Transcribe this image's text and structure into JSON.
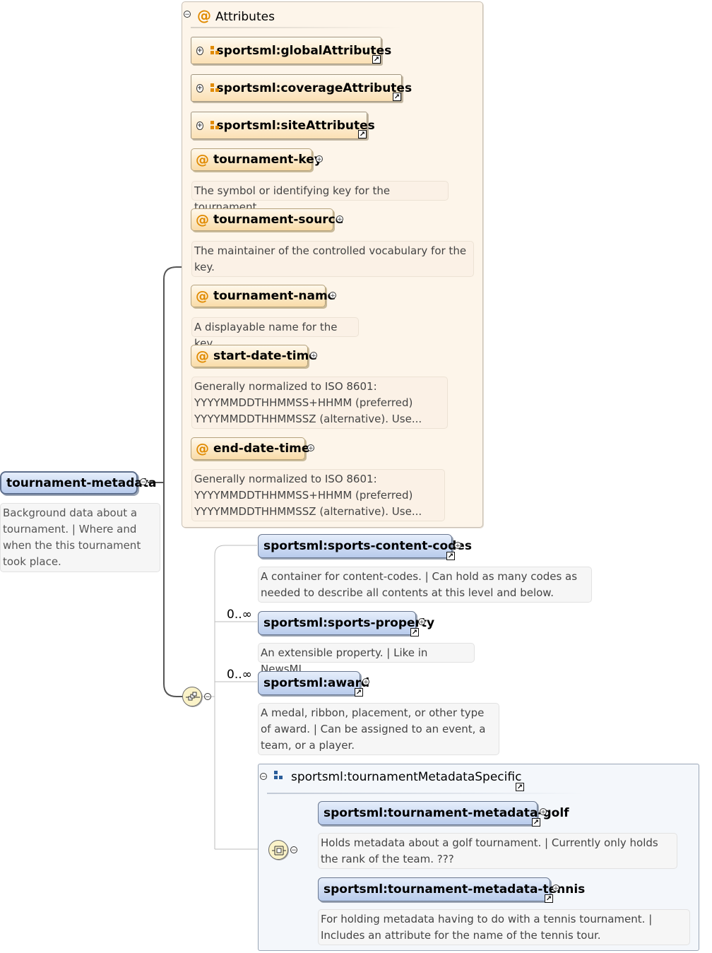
{
  "attributes_panel": {
    "title": "Attributes",
    "groups": [
      {
        "label": "sportsml:globalAttributes"
      },
      {
        "label": "sportsml:coverageAttributes"
      },
      {
        "label": "sportsml:siteAttributes"
      }
    ],
    "attributes": [
      {
        "name": "tournament-key",
        "doc": "The symbol or identifying key for the tournament."
      },
      {
        "name": "tournament-source",
        "doc": "The maintainer of the controlled vocabulary for the key."
      },
      {
        "name": "tournament-name",
        "doc": "A displayable name for the key."
      },
      {
        "name": "start-date-time",
        "doc": "Generally normalized to ISO 8601: YYYYMMDDTHHMMSS+HHMM (preferred) YYYYMMDDTHHMMSSZ (alternative). Use..."
      },
      {
        "name": "end-date-time",
        "doc": "Generally normalized to ISO 8601: YYYYMMDDTHHMMSS+HHMM (preferred) YYYYMMDDTHHMMSSZ (alternative). Use..."
      }
    ]
  },
  "root": {
    "name": "tournament-metadata",
    "doc": "Background data about a tournament. | Where and when the this tournament took place."
  },
  "children": [
    {
      "name": "sportsml:sports-content-codes",
      "cardinality": "",
      "doc": "A container for content-codes. | Can hold as many codes as needed to describe all contents at this level and below."
    },
    {
      "name": "sportsml:sports-property",
      "cardinality": "0..∞",
      "doc": "An extensible property. | Like in NewsML."
    },
    {
      "name": "sportsml:award",
      "cardinality": "0..∞",
      "doc": "A medal, ribbon, placement, or other type of award. | Can be assigned to an event, a team, or a player."
    }
  ],
  "specific_group": {
    "title": "sportsml:tournamentMetadataSpecific",
    "choices": [
      {
        "name": "sportsml:tournament-metadata-golf",
        "doc": "Holds metadata about a golf tournament. | Currently only holds the rank of the team. ???"
      },
      {
        "name": "sportsml:tournament-metadata-tennis",
        "doc": "For holding metadata having to do with a tennis tournament. | Includes an attribute for the name of the tennis tour."
      }
    ]
  },
  "icons": {
    "collapse": "minus-circle-icon",
    "expand": "plus-circle-icon",
    "reference": "reference-arrow-icon",
    "attribute": "at-sign-icon",
    "attribute_group": "attribute-group-icon",
    "element_group": "element-group-icon",
    "sequence": "sequence-compositor-icon",
    "choice": "choice-compositor-icon"
  },
  "colors": {
    "attribute_accent": "#e08a00",
    "element_fill": "#b8cbec",
    "group_icon_blue": "#2a5d9a"
  }
}
